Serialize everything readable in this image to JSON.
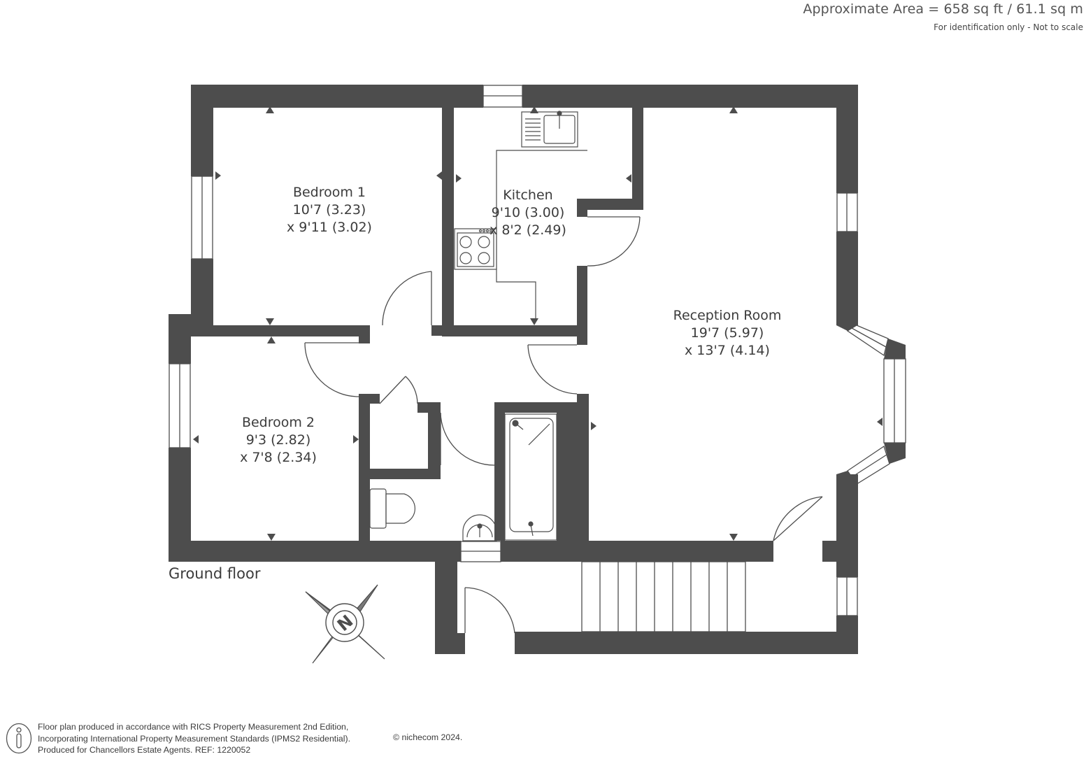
{
  "header": {
    "area": "Approximate Area = 658 sq ft / 61.1 sq m",
    "note": "For identification only - Not to scale"
  },
  "rooms": {
    "bedroom1": {
      "name": "Bedroom 1",
      "dim1": "10'7 (3.23)",
      "dim2": "x 9'11 (3.02)"
    },
    "kitchen": {
      "name": "Kitchen",
      "dim1": "9'10 (3.00)",
      "dim2": "x 8'2 (2.49)"
    },
    "reception": {
      "name": "Reception Room",
      "dim1": "19'7 (5.97)",
      "dim2": "x 13'7 (4.14)"
    },
    "bedroom2": {
      "name": "Bedroom 2",
      "dim1": "9'3 (2.82)",
      "dim2": "x 7'8 (2.34)"
    }
  },
  "floor_label": "Ground floor",
  "compass_letter": "N",
  "footer": {
    "line1": "Floor plan produced in accordance with RICS Property Measurement 2nd Edition,",
    "line2": "Incorporating International Property Measurement Standards (IPMS2 Residential).",
    "line3": "Produced for Chancellors Estate Agents.   REF:  1220052",
    "copyright": "© nichecom 2024."
  },
  "colors": {
    "wall": "#4d4d4d",
    "line": "#4d4d4d",
    "background": "#ffffff"
  },
  "icons": [
    "compass-icon",
    "info-person-icon",
    "sink-icon",
    "hob-icon",
    "toilet-icon",
    "basin-icon",
    "bath-icon"
  ]
}
